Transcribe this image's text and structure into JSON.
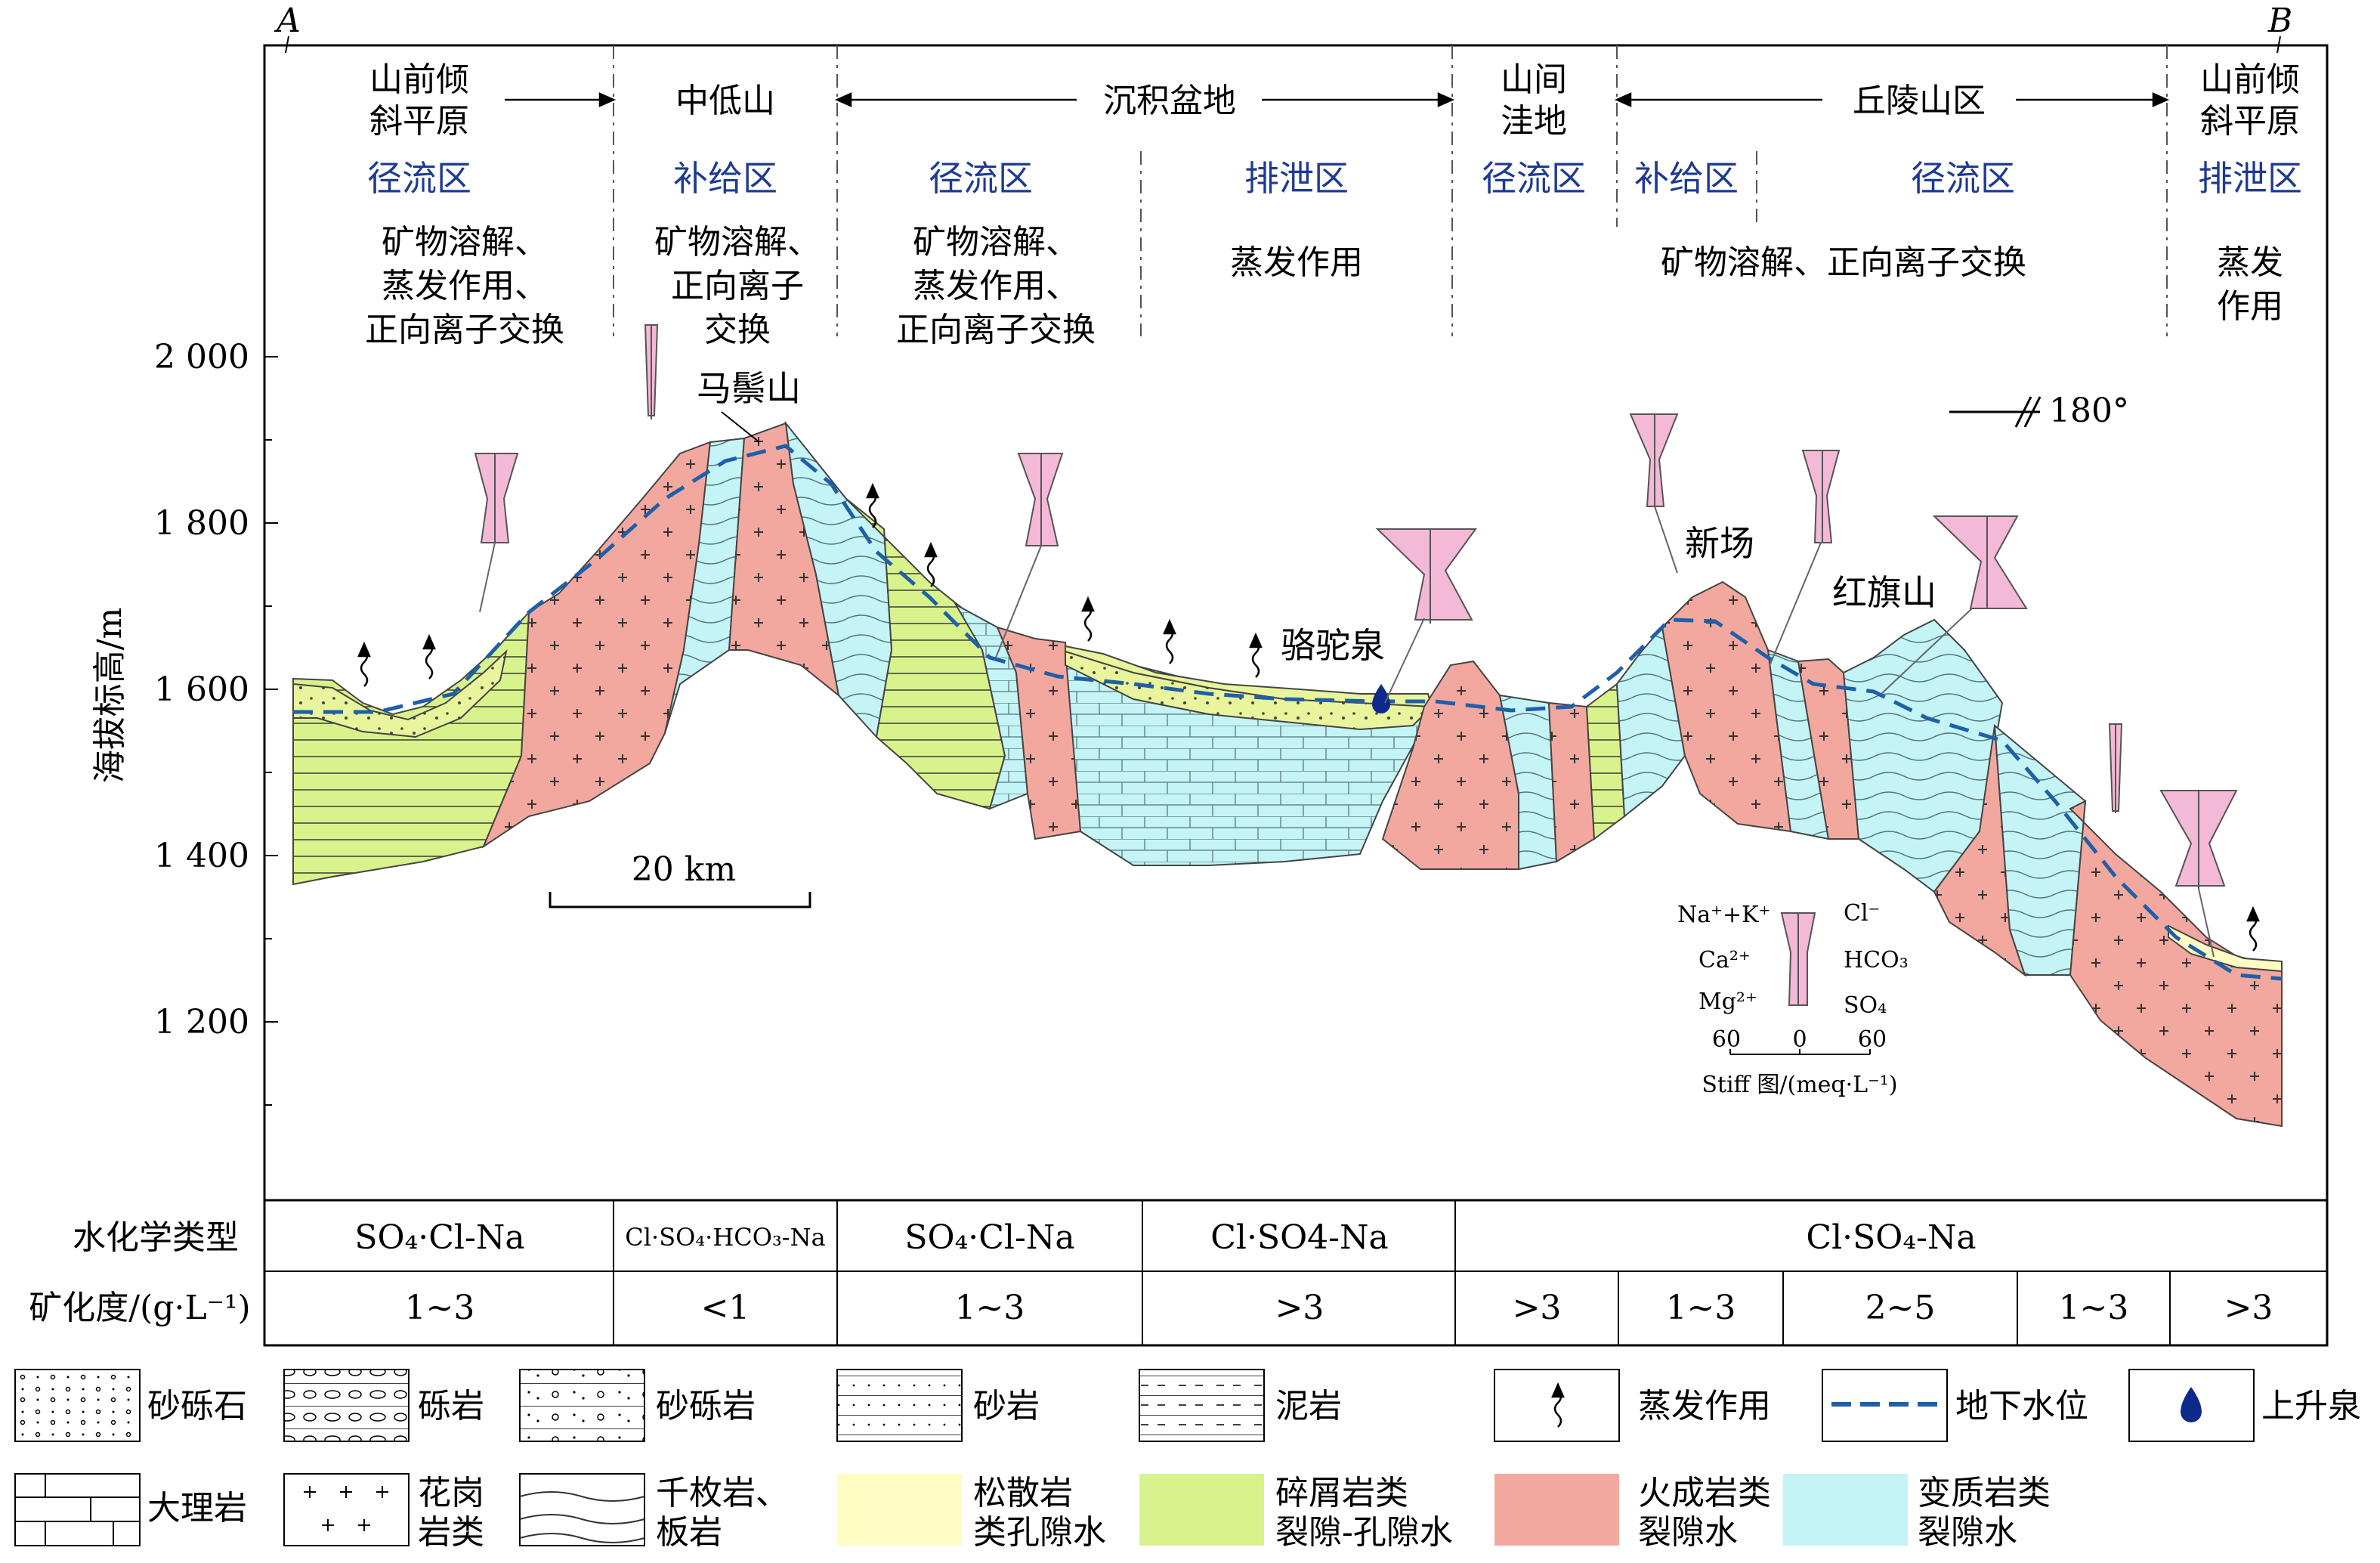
{
  "section": {
    "point_a": "A",
    "point_b": "B"
  },
  "zones": {
    "z1": {
      "landform": "山前倾\n斜平原",
      "hydro_zone": "径流区",
      "process": "矿物溶解、\n蒸发作用、\n正向离子交换"
    },
    "z2": {
      "landform": "中低山",
      "hydro_zone": "补给区",
      "process": "矿物溶解、\n正向离子\n交换"
    },
    "z3": {
      "landform": "沉积盆地",
      "hydro_zone": "径流区",
      "process": "矿物溶解、\n蒸发作用、\n正向离子交换"
    },
    "z4": {
      "hydro_zone": "排泄区",
      "process": "蒸发作用"
    },
    "z5": {
      "landform": "山间\n洼地",
      "hydro_zone": "径流区"
    },
    "z6": {
      "landform": "丘陵山区",
      "hydro_zone": "补给区",
      "process": "矿物溶解、正向离子交换"
    },
    "z7": {
      "hydro_zone": "径流区"
    },
    "z8": {
      "landform": "山前倾\n斜平原",
      "hydro_zone": "排泄区",
      "process": "蒸发\n作用"
    }
  },
  "axis": {
    "label": "海拔标高/m",
    "ticks": [
      "2 000",
      "1 800",
      "1 600",
      "1 400",
      "1 200"
    ]
  },
  "places": {
    "mazongshan": "马鬃山",
    "luotuoquan": "骆驼泉",
    "xinchang": "新场",
    "hongqishan": "红旗山"
  },
  "orientation": "180°",
  "scale_bar": "20 km",
  "stiff_legend": {
    "left_top": "Na⁺+K⁺",
    "left_mid": "Ca²⁺",
    "left_bot": "Mg²⁺",
    "right_top": "Cl⁻",
    "right_mid": "HCO₃",
    "right_bot": "SO₄",
    "scale_left": "60",
    "scale_mid": "0",
    "scale_right": "60",
    "caption": "Stiff 图/(meq·L⁻¹)"
  },
  "table": {
    "row1_header": "水化学类型",
    "row2_header": "矿化度/(g·L⁻¹)",
    "types": [
      "SO₄·Cl-Na",
      "Cl·SO₄·HCO₃-Na",
      "SO₄·Cl-Na",
      "Cl·SO4-Na",
      "Cl·SO₄-Na"
    ],
    "tds": [
      "1~3",
      "<1",
      "1~3",
      ">3",
      ">3",
      "1~3",
      "2~5",
      "1~3",
      ">3"
    ]
  },
  "legend": [
    {
      "label": "砂砾石"
    },
    {
      "label": "砾岩"
    },
    {
      "label": "砂砾岩"
    },
    {
      "label": "砂岩"
    },
    {
      "label": "泥岩"
    },
    {
      "label": "蒸发作用"
    },
    {
      "label": "地下水位"
    },
    {
      "label": "上升泉"
    },
    {
      "label": "大理岩"
    },
    {
      "label": "花岗\n岩类"
    },
    {
      "label": "千枚岩、\n板岩"
    },
    {
      "label": "松散岩\n类孔隙水"
    },
    {
      "label": "碎屑岩类\n裂隙-孔隙水"
    },
    {
      "label": "火成岩类\n裂隙水"
    },
    {
      "label": "变质岩类\n裂隙水"
    }
  ],
  "colors": {
    "loose_pore_water": "#fefbc3",
    "clastic_water": "#d9f38c",
    "igneous_water": "#f3a89f",
    "metamorphic_water": "#c4f4f5",
    "water_table": "#1f5fa8",
    "zone_label": "#1f3a93",
    "stiff_fill": "#f3b9d7"
  }
}
